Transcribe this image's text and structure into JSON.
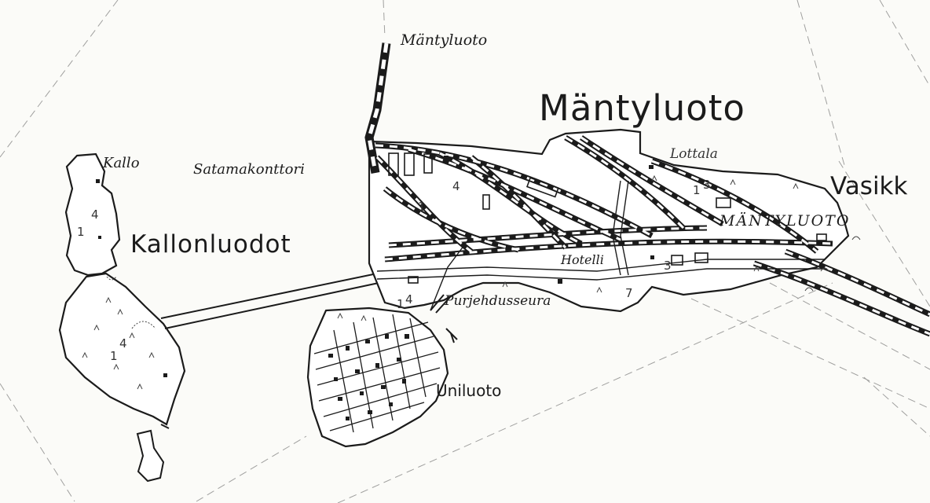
{
  "map": {
    "labels": {
      "mantyluoto_big": "Mäntyluoto",
      "mantyluoto_rail": "Mäntyluoto",
      "kallonluodot": "Kallonluodot",
      "kallo": "Kallo",
      "satamakonttori": "Satamakonttori",
      "lottala": "Lottala",
      "vasikka": "Vasikk",
      "mantyluoto_caps": "MÄNTYLUOTO",
      "hotelli": "Hotelli",
      "purjehdusseura": "Purjehdusseura",
      "uniluoto": "Uniluoto"
    },
    "colors": {
      "paper": "#fbfbf8",
      "ink": "#1b1b1b",
      "land": "#ffffff"
    }
  }
}
